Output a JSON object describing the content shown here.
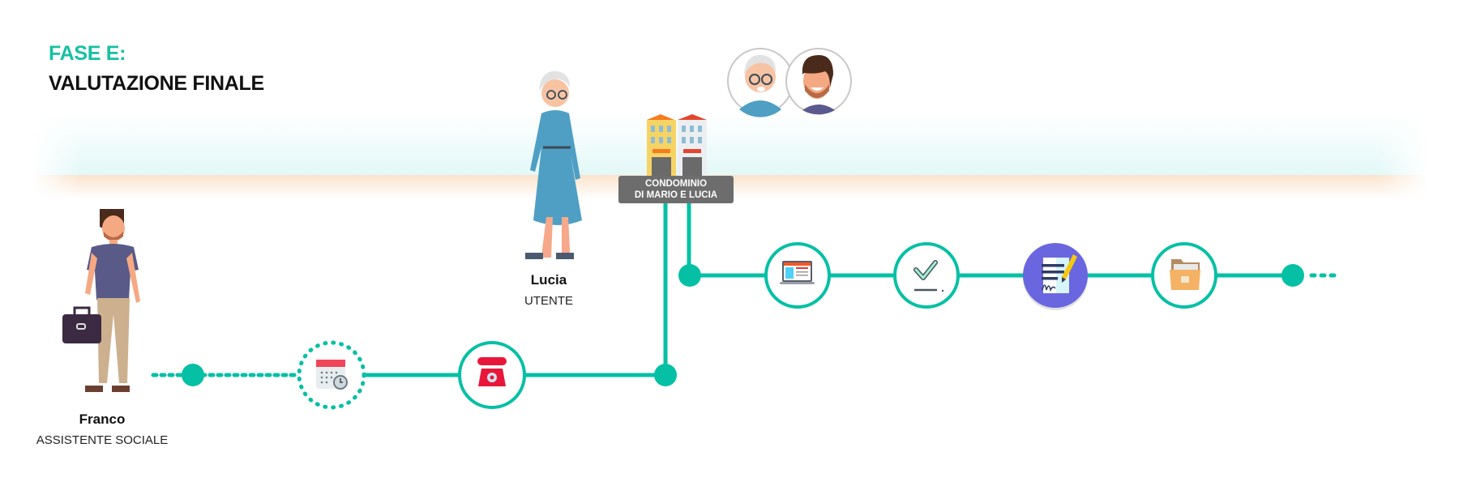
{
  "header": {
    "phase": "FASE E:",
    "title": "VALUTAZIONE FINALE"
  },
  "people": [
    {
      "name": "Franco",
      "role": "ASSISTENTE SOCIALE"
    },
    {
      "name": "Lucia",
      "role": "UTENTE"
    }
  ],
  "building": {
    "label_line1": "CONDOMINIO",
    "label_line2": "DI MARIO E LUCIA"
  },
  "colors": {
    "accent": "#05c0a5",
    "title": "#111111",
    "label_bg": "#6d6d6d"
  },
  "steps": [
    {
      "icon": "calendar-icon",
      "style": "dotted"
    },
    {
      "icon": "telephone-icon",
      "style": "outlined"
    },
    {
      "icon": "laptop-icon",
      "style": "outlined"
    },
    {
      "icon": "checkmark-icon",
      "style": "outlined"
    },
    {
      "icon": "signed-document-icon",
      "style": "filled"
    },
    {
      "icon": "folder-icon",
      "style": "outlined"
    }
  ]
}
